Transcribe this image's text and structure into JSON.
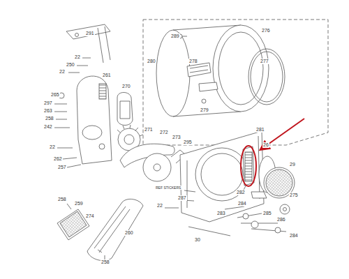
{
  "diagram": {
    "labels": [
      "291",
      "22",
      "250",
      "22",
      "261",
      "270",
      "265",
      "297",
      "263",
      "258",
      "242",
      "271",
      "272",
      "273",
      "295",
      "22",
      "262",
      "257",
      "289",
      "276",
      "280",
      "277",
      "278",
      "279",
      "281",
      "26",
      "29",
      "REF STICKERS",
      "287",
      "22",
      "275",
      "282",
      "284",
      "285",
      "286",
      "283",
      "284",
      "30",
      "258",
      "259",
      "274",
      "260",
      "258"
    ]
  }
}
